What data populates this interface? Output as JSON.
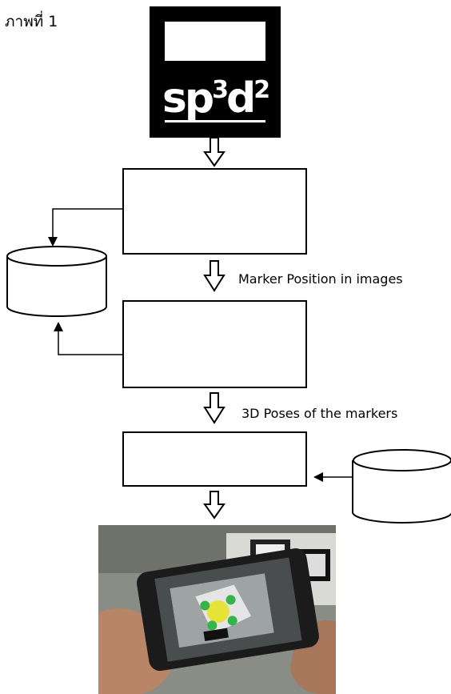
{
  "caption": "ภาพที่ 1",
  "marker": {
    "base": "sp",
    "sup1": "3",
    "mid": "d",
    "sup2": "2"
  },
  "annotations": {
    "marker_position": "Marker Position in images",
    "poses": "3D Poses of the markers"
  },
  "colors": {
    "line": "#000000",
    "background": "#ffffff"
  },
  "photo_description_icon": "smartphone-ar-photo"
}
